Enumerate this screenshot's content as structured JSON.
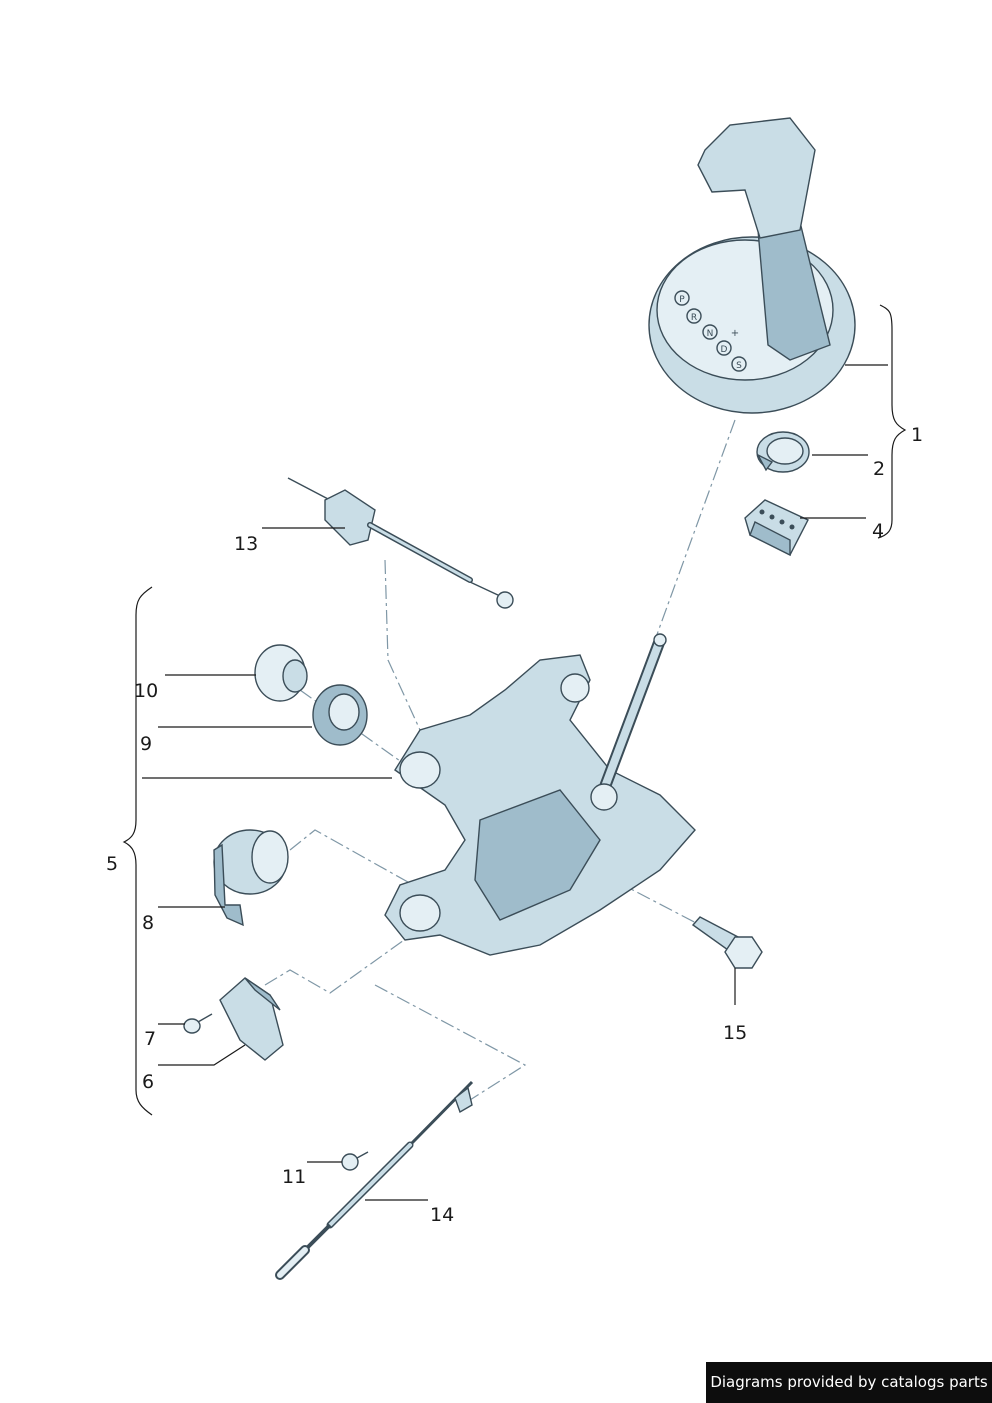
{
  "labels": {
    "l1": "1",
    "l2": "2",
    "l4": "4",
    "l5": "5",
    "l6": "6",
    "l7": "7",
    "l8": "8",
    "l9": "9",
    "l10": "10",
    "l11": "11",
    "l13": "13",
    "l14": "14",
    "l15": "15"
  },
  "gear_letters": [
    "P",
    "R",
    "N",
    "D",
    "S",
    "+"
  ],
  "credit": "Diagrams provided by catalogs parts",
  "colors": {
    "part_fill": "#c9dde6",
    "part_outline": "#3b4d58",
    "leader": "#1a1a1a",
    "dash_line": "#7f97a6",
    "credit_bg": "#0d0d0d"
  }
}
